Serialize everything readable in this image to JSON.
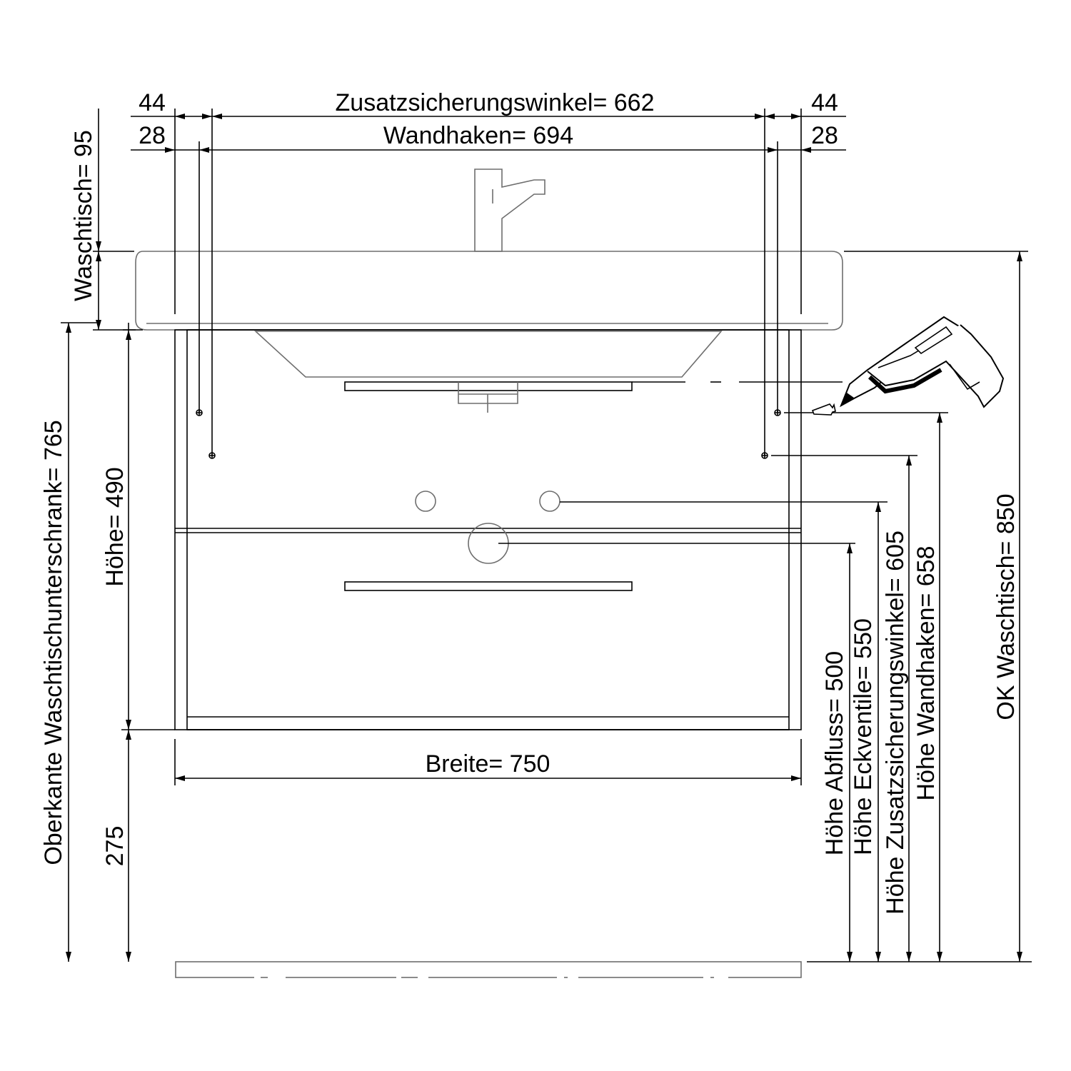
{
  "dimensions": {
    "zusatz_left_offset": "44",
    "zusatz_width": "Zusatzsicherungswinkel=  662",
    "zusatz_right_offset": "44",
    "hook_left_offset": "28",
    "hook_width": "Wandhaken=  694",
    "hook_right_offset": "28",
    "basin_height": "Waschtisch=  95",
    "cabinet_top": "Oberkante Waschtischunterschrank=  765",
    "cabinet_height": "Höhe=  490",
    "floor_gap": "275",
    "width": "Breite=  750",
    "drain_height": "Höhe Abfluss=  500",
    "valve_height": "Höhe Eckventile=  550",
    "bracket_height": "Höhe Zusatzsicherungswinkel=  605",
    "hook_height": "Höhe Wandhaken=  658",
    "basin_top_height": "OK Waschtisch=  850"
  },
  "colors": {
    "line": "#000000",
    "grey_line": "#6e6e6e",
    "drill_body": "#ffffff"
  },
  "icons": {
    "drill": "drill-icon",
    "faucet": "faucet-icon"
  }
}
